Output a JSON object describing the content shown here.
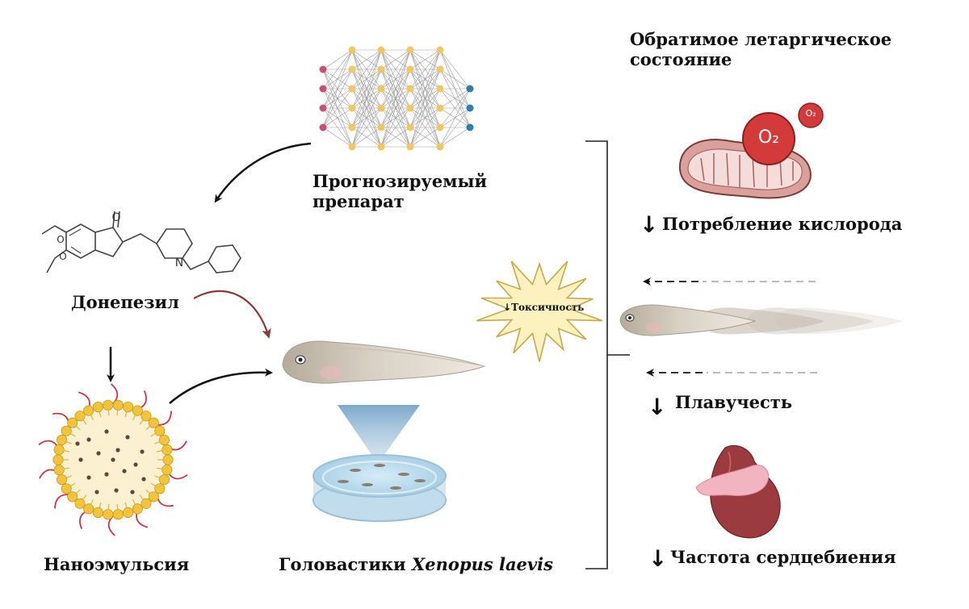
{
  "title": "Обратимое летаргическое состояние",
  "labels": {
    "predicted": "Прогнозируемый препарат",
    "donepezil": "Донепезил",
    "nanoemulsion": "Наноэмульсия",
    "tadpoles_prefix": "Головастики",
    "tadpoles_species": "Xenopus laevis",
    "toxicity": "Токсичность"
  },
  "effects": [
    {
      "text": "Потребление кислорода",
      "direction": "down"
    },
    {
      "text": "Плавучесть",
      "direction": "down"
    },
    {
      "text": "Частота сердцебиения",
      "direction": "down"
    }
  ],
  "oxygen": {
    "big": "O₂",
    "small": "O₂"
  },
  "icons": [
    "neural-network-icon",
    "donepezil-molecule-icon",
    "nanoemulsion-droplet-icon",
    "tadpole-icon",
    "petri-dish-icon",
    "toxicity-burst-icon",
    "mitochondrion-icon",
    "swimming-tadpoles-icon",
    "heart-icon"
  ],
  "colors": {
    "nn_input": "#c94f77",
    "nn_hidden": "#f0c862",
    "nn_output": "#2d7ea8",
    "red_arrow": "#8b3a3a",
    "oxygen": "#d33a3a",
    "mitochondrion": "#d9a09c",
    "droplet": "#f2c43c",
    "heart": "#9b3b3f"
  }
}
